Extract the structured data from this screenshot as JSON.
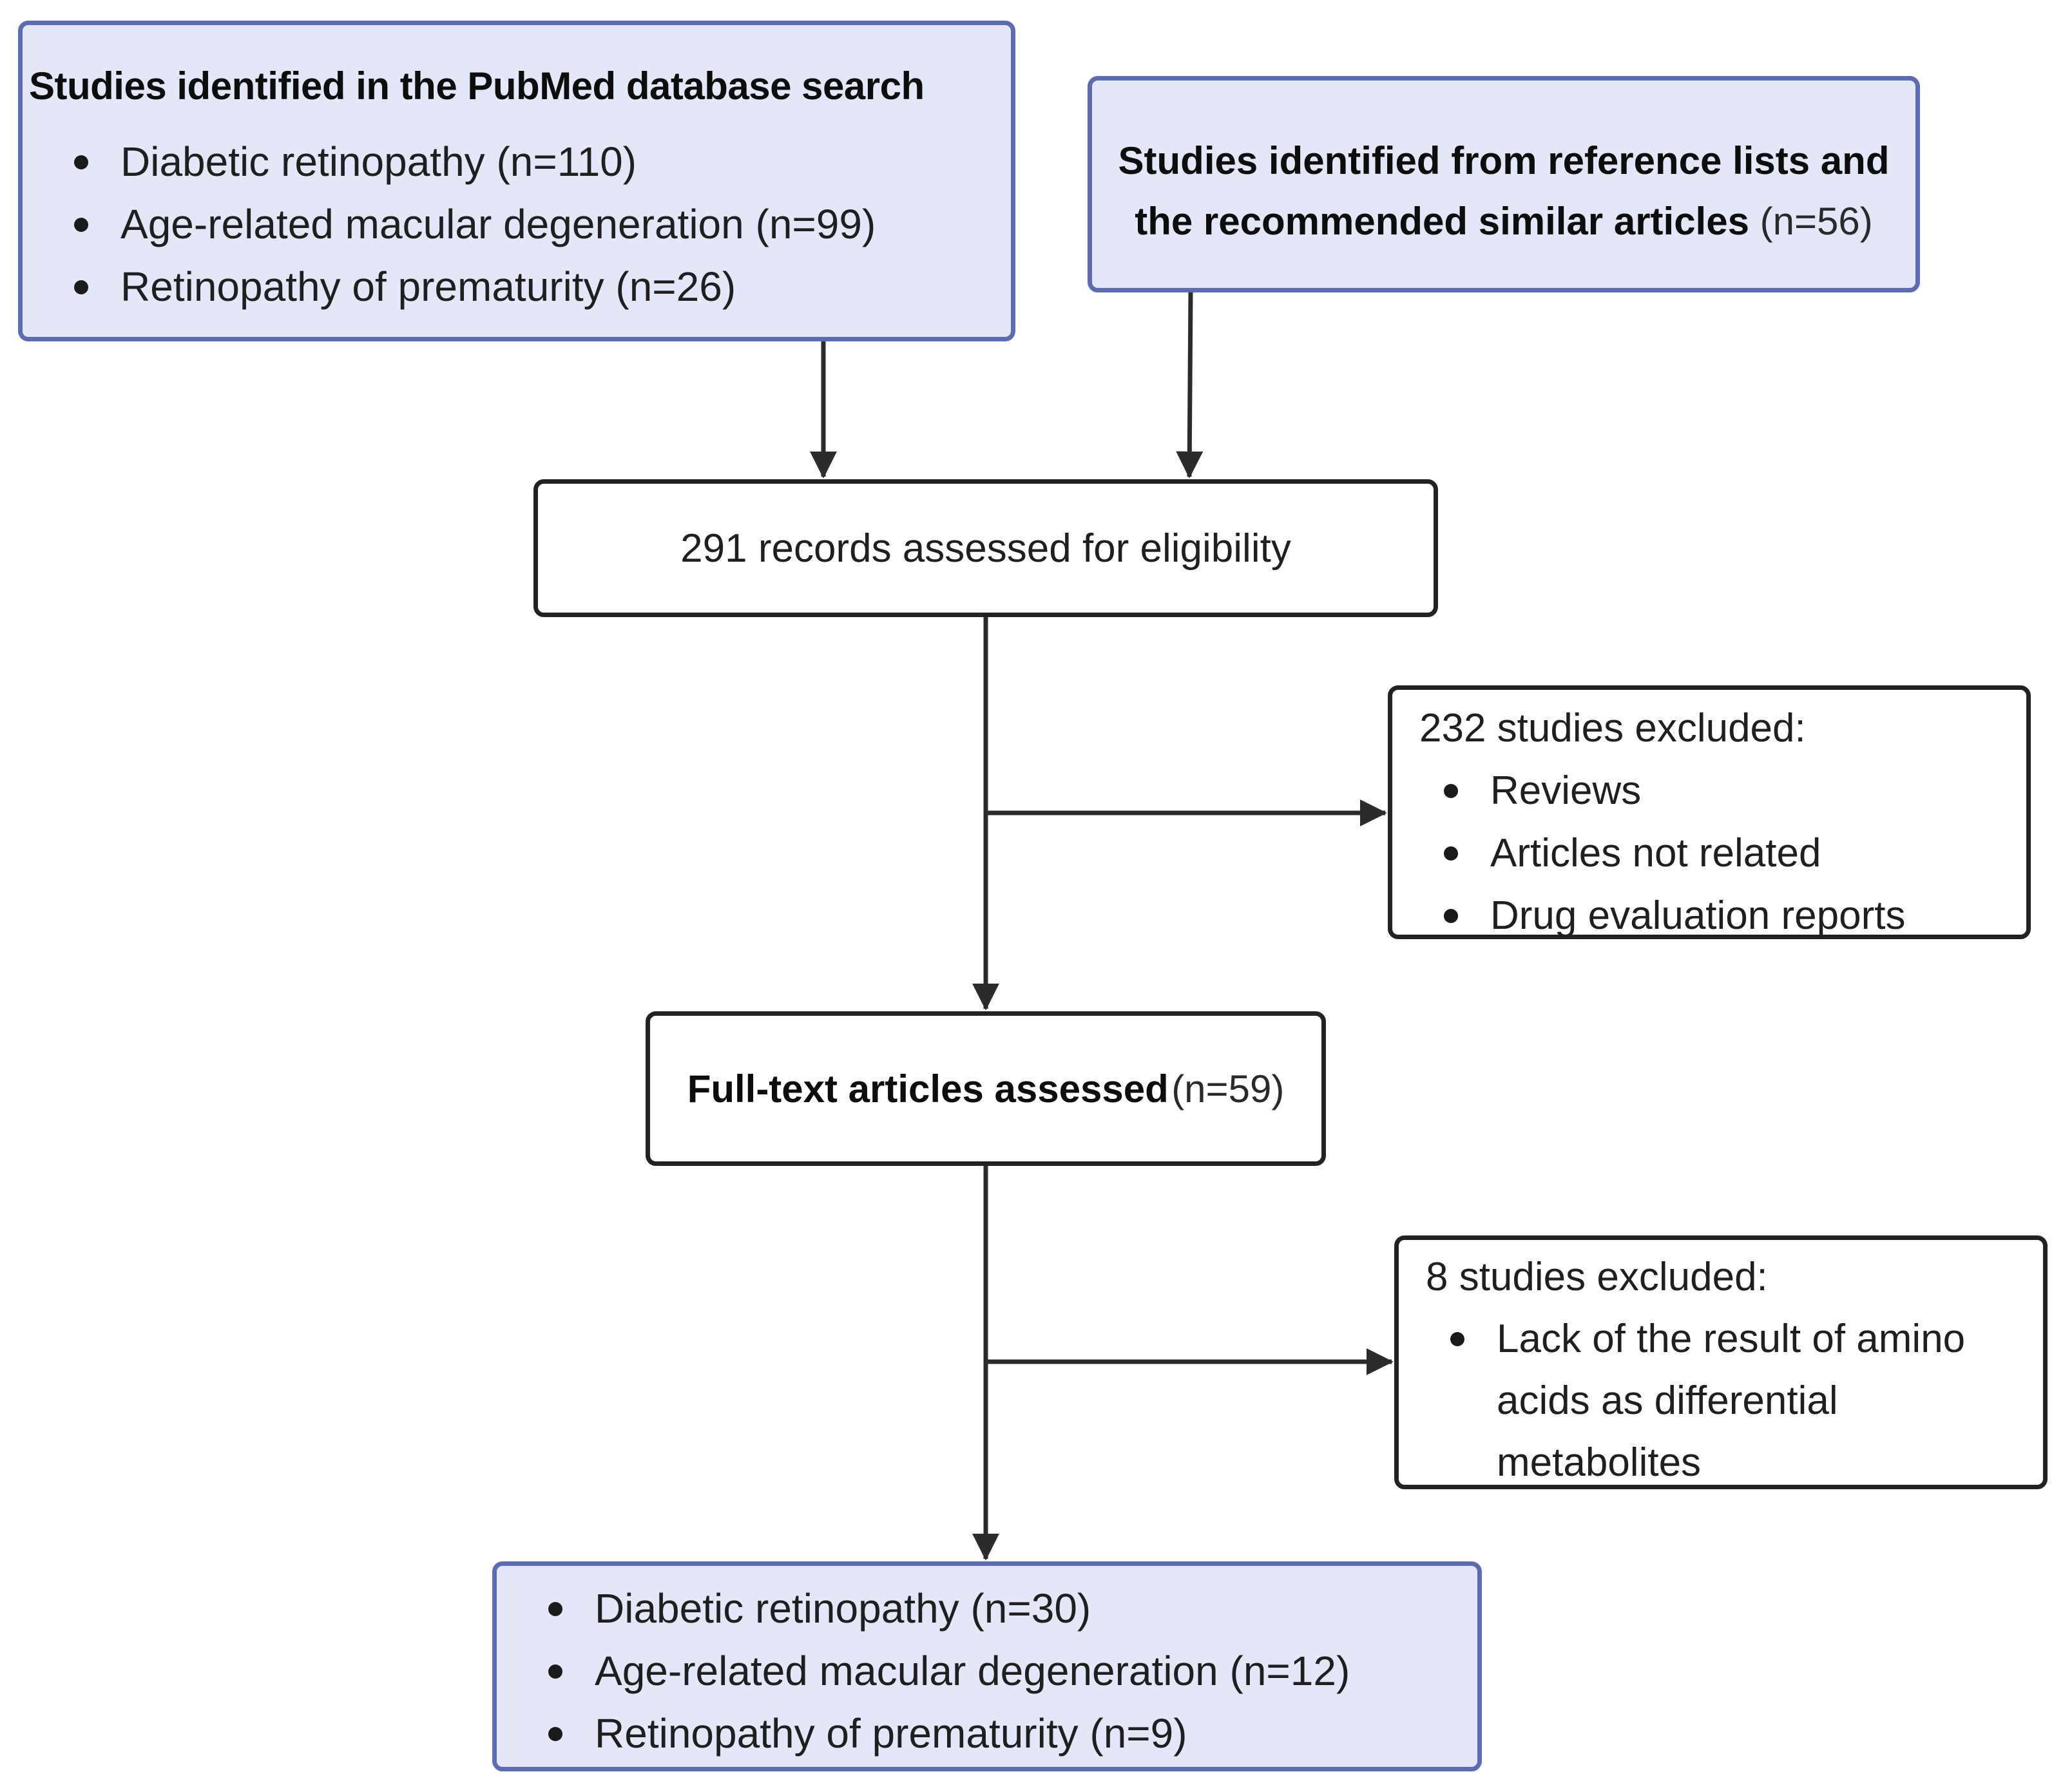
{
  "pubmed_box": {
    "title": "Studies identified in the PubMed database search",
    "items": [
      "Diabetic retinopathy (n=110)",
      "Age-related macular degeneration (n=99)",
      "Retinopathy of prematurity (n=26)"
    ]
  },
  "reference_box": {
    "line1": "Studies identified from reference lists and",
    "line2_bold": "the recommended  similar  articles",
    "line2_count": "(n=56)"
  },
  "records_box": {
    "text": "291 records assessed for eligibility"
  },
  "exclusion1_box": {
    "title": "232 studies excluded:",
    "items": [
      "Reviews",
      "Articles not related",
      "Drug evaluation reports"
    ]
  },
  "fulltext_box": {
    "bold": "Full-text articles assessed",
    "count": "(n=59)"
  },
  "exclusion2_box": {
    "title": "8 studies excluded:",
    "items": [
      "Lack of the result of amino acids as differential metabolites"
    ]
  },
  "included_box": {
    "items": [
      "Diabetic retinopathy (n=30)",
      "Age-related macular degeneration (n=12)",
      "Retinopathy of prematurity (n=9)"
    ]
  },
  "colors": {
    "box_fill_blue": "#e3e7f8",
    "box_border_blue": "#5b6bb5",
    "box_border_dark": "#222222",
    "arrow": "#2b2b2b"
  }
}
